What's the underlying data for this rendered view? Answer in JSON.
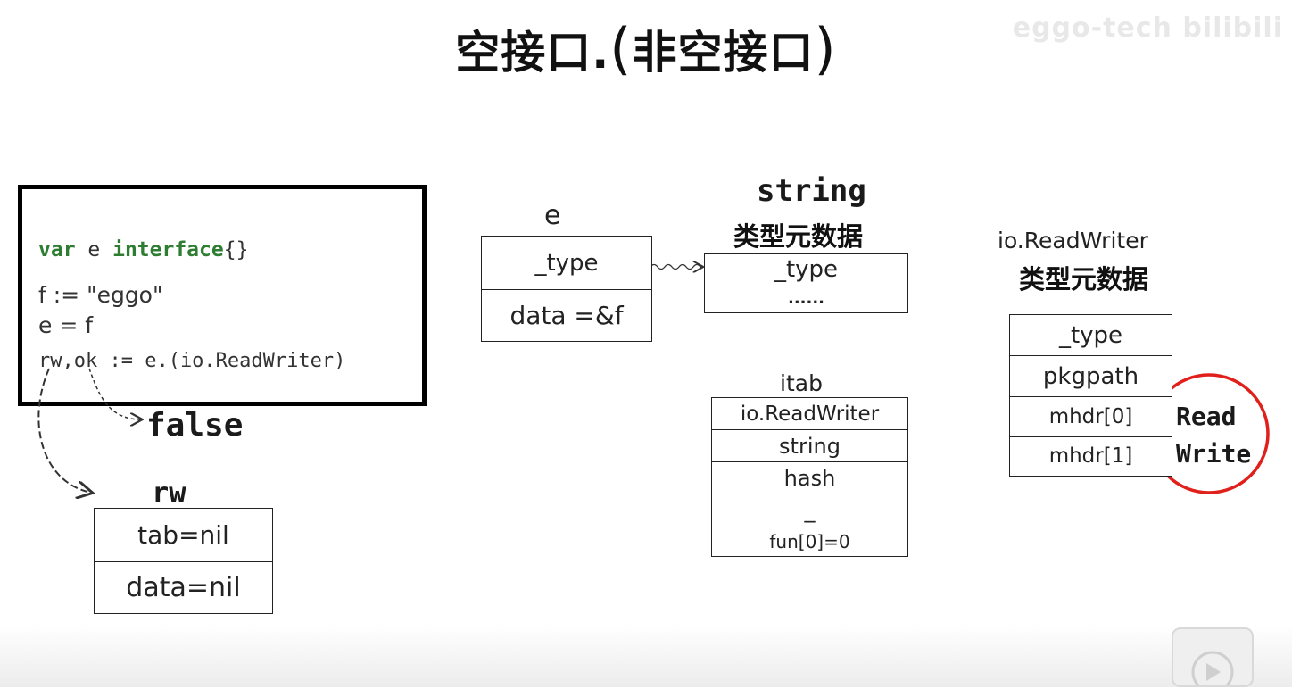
{
  "title": {
    "part1": "空接口.",
    "paren_open": "(",
    "part2": "非空接口",
    "paren_close": ")"
  },
  "watermark": "eggo-tech bilibili",
  "code": {
    "line1_kw1": "var",
    "line1_mid": " e ",
    "line1_kw2": "interface",
    "line1_end": "{}",
    "line2": "f := \"eggo\"",
    "line3": "e = f",
    "line4": "rw,ok := e.(io.ReadWriter)"
  },
  "annotations": {
    "false_label": "false",
    "rw_label": "rw"
  },
  "rw_box": {
    "tab": "tab=nil",
    "data": "data=nil"
  },
  "e_box": {
    "label": "e",
    "type": "_type",
    "data": "data =&f"
  },
  "string_meta": {
    "title": "string",
    "subtitle": "类型元数据",
    "type": "_type",
    "more": "......"
  },
  "itab": {
    "title": "itab",
    "rows": [
      "io.ReadWriter",
      "string",
      "hash",
      "_",
      "fun[0]=0"
    ]
  },
  "rw_meta": {
    "title": "io.ReadWriter",
    "subtitle": "类型元数据",
    "rows": [
      "_type",
      "pkgpath",
      "mhdr[0]",
      "mhdr[1]"
    ]
  },
  "methods": {
    "read": "Read",
    "write": "Write"
  },
  "colors": {
    "keyword": "#2e7d32",
    "circle": "#e0201b"
  },
  "player": {
    "icon": "play-icon"
  }
}
